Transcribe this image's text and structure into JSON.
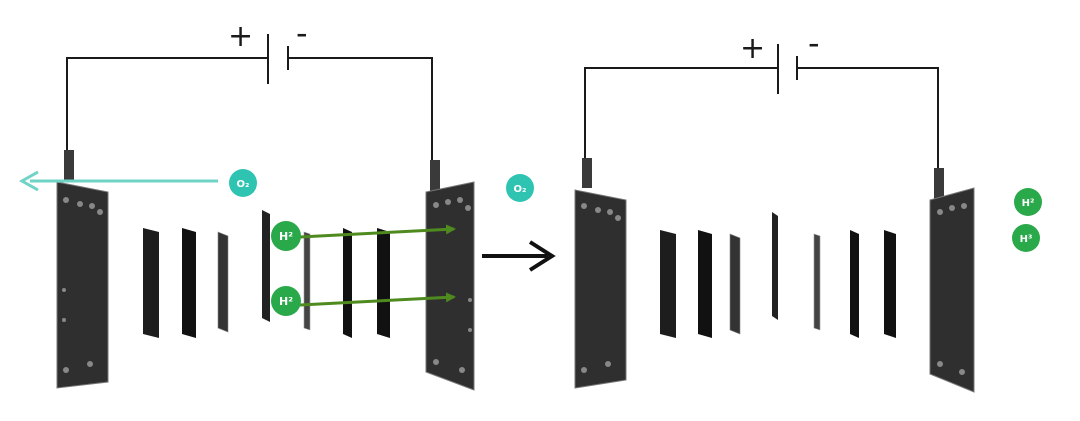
{
  "colors": {
    "oxygen": "#2fc4b2",
    "hydrogen": "#29a94a",
    "hydrogen_arrow": "#4f8a1f",
    "plate": "#2f2f2f",
    "wire": "#1a1a1a"
  },
  "left_panel": {
    "battery": {
      "plus": "+",
      "minus": "-"
    },
    "oxygen": {
      "label": "O₂"
    },
    "oxygen_out": {
      "label": "O₂"
    },
    "hydrogen": [
      {
        "label": "H²"
      },
      {
        "label": "H²"
      }
    ]
  },
  "right_panel": {
    "battery": {
      "plus": "+",
      "minus": "-"
    },
    "hydrogen_out": [
      {
        "label": "H²"
      },
      {
        "label": "H³"
      }
    ]
  },
  "icons": {
    "process_arrow": "right-arrow-icon"
  }
}
